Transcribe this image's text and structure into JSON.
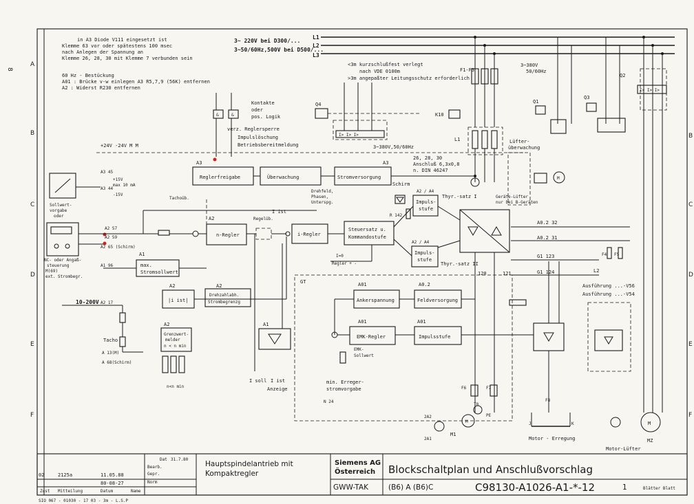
{
  "frame": {
    "row_labels": [
      "A",
      "B",
      "C",
      "D",
      "E",
      "F"
    ],
    "left_margin_number": "8"
  },
  "notes": {
    "line1": "in A3 Diode V111 eingesetzt ist",
    "line2": "Klemme 63 vor oder spätestens 100 msec",
    "line3": "nach Anlegen der Spannung an",
    "line4": "Klemme 26, 28, 30 mit Klemme 7 verbunden sein",
    "line5": "60 Hz - Bestückung",
    "line6": "A01 : Brücke v-w einlegen    A3 R5,7,9 (56K) entfernen",
    "line7": "A2 : Widerst R230 entfernen"
  },
  "supply": {
    "line_a": "3~ 220V bei D300/...",
    "line_b": "3~50/60Hz,500V bei D500/...",
    "phases": [
      "L1",
      "L2",
      "L3"
    ],
    "note1": "<3m kurzschlußfest verlegt",
    "note2": "nach VDE 0100m",
    "note3": ">3m angepaßter Leitungsschutz erforderlich",
    "right_supply1": "3~380V",
    "right_supply2": "50/60Hz",
    "fuse": "F1-F3"
  },
  "blocks": {
    "reglerfreigabe": "Reglerfreigabe",
    "ueberwachung": "Überwachung",
    "stromversorgung": "Stromversorgung",
    "n_regler": "n-Regler",
    "i_regler": "i-Regler",
    "steuersatz1": "Steuersatz u.",
    "steuersatz2": "Kommandostufe",
    "max_strom1": "max.",
    "max_strom2": "Stromsollwert",
    "i_ist": "|i ist|",
    "drehzahl1": "Drehzahlabh.",
    "drehzahl2": "Strombegrenzg",
    "grenz1": "Grenzwert-",
    "grenz2": "melder",
    "grenz3": "n < n min",
    "impuls1_a": "Impuls-",
    "impuls1_b": "stufe",
    "impuls2_a": "Impuls-",
    "impuls2_b": "stufe",
    "thyr1": "Thyr.-satz I",
    "thyr2": "Thyr.-satz II",
    "ankerspannung": "Ankerspannung",
    "feldversorgung": "Feldversorgung",
    "emk_regler": "EMK-Regler",
    "impulsstufe3": "Impulsstufe",
    "emk_sollwert1": "EMK-",
    "emk_sollwert2": "Sollwert"
  },
  "labels": {
    "kontakte": "Kontakte",
    "oder": "oder",
    "pos_logik": "pos. Logik",
    "reglersperre": "verz. Reglersperre",
    "impulsloeschung": "Impulslöschung",
    "betriebsbereit": "Betriebsbereitmeldung",
    "drehfeld": "Drehfeld,",
    "phasen": "Phasen,",
    "unterspg": "Unterspg.",
    "schirm": "Schirm",
    "supply_380": "3~380V,50/60Hz",
    "anschluss1": "26, 28, 30",
    "anschluss2": "Anschluß 6,3x0,8",
    "anschluss3": "n. DIN 46247",
    "sollwert1": "Sollwert-",
    "sollwert2": "vorgabe",
    "sollwert3": "oder",
    "nc1": "NC- oder Angaß-",
    "nc2": "steuerung",
    "nc3": "M(69)",
    "nc4": "ext. Strombegr.",
    "volt_range": "10-200V",
    "tacho": "Tacho",
    "tacho_a": "A 13(M)",
    "tacho_b": "A 68(Schirm)",
    "plus15": "+15V",
    "max10": "max 10 mA",
    "minus15": "-15V",
    "supply_24": "+24V -24V  M   M",
    "i_soll": "I soll",
    "i_ist_anz": "I ist",
    "anzeige": "Anzeige",
    "min_erreger1": "min. Erreger-",
    "min_erreger2": "stromvorgabe",
    "n_lt_nmin": "n<n min",
    "tachoubr": "Tachoüb.",
    "regelue": "Regelüb.",
    "i_ist_lbl": "I ist",
    "r142": "R 142",
    "a2a4_1": "A2 / A4",
    "a2a4_2": "A2 / A4",
    "geraete_luefter1": "Geräte-Lüfter",
    "geraete_luefter2": "nur bei B-Geräten",
    "luefter1": "Lüfter-",
    "luefter2": "überwachung",
    "ausfuehrung1": "Ausführung ...-V56",
    "ausfuehrung2": "Ausführung ...-V54",
    "motor_erregung": "Motor - Erregung",
    "motor_luefter": "Motor-Lüfter",
    "mz": "MZ",
    "k10": "K10",
    "q4": "Q4",
    "l1": "L1",
    "q1": "Q1",
    "q2": "Q2",
    "q3": "Q3",
    "m1": "M1",
    "g1": "G1",
    "t8": "T8",
    "pe": "PE",
    "f4": "F4",
    "f5": "F5",
    "f6": "F6",
    "f7": "F7",
    "f8": "F8",
    "l2": "L2",
    "x120": "120",
    "x121": "121",
    "a02_32": "A0.2 32",
    "a02_31": "A0.2 31",
    "g1_123": "G1 123",
    "g1_124": "G1 124",
    "a1_label": "A1",
    "a2_label": "A2",
    "a3_label": "A3",
    "ao1": "A01",
    "ao2": "A0.2",
    "gt": "GT",
    "n24": "N 24",
    "j_lbl": "J",
    "k_lbl": "K",
    "a2_57": "A2 57",
    "a2_59": "A2 59",
    "a2_65": "A2 65 (Schirm)",
    "a1_96": "A1 96",
    "a2_17": "A2 17",
    "volt_1": "A3 45",
    "volt_2": "A3 44"
  },
  "title_block": {
    "project1": "Hauptspindelantrieb mit",
    "project2": "Kompaktregler",
    "company1": "Siemens AG",
    "company2": "Österreich",
    "dept": "GWW-TAK",
    "title": "Blockschaltplan und Anschlußvorschlag",
    "variant": "(B6) A (B6)C",
    "doc_no": "C98130-A1026-A1-*-12",
    "sheet": "1",
    "sheets_label": "Blätter  Blatt",
    "rev_code": "02",
    "rev_number": "2125a",
    "rev_date1": "11.05.88",
    "rev_date2": "80-08-27",
    "date_label": "Dat",
    "date_value": "31.7.80",
    "bearb": "Bearb.",
    "gepr": "Gepr.",
    "norm": "Norm",
    "zust": "Zust",
    "mitteilung": "Mitteilung",
    "datum": "Datum",
    "name": "Name",
    "footer": "SIO 067 - 01030 - 17 03 - 3m - L.S.P"
  }
}
